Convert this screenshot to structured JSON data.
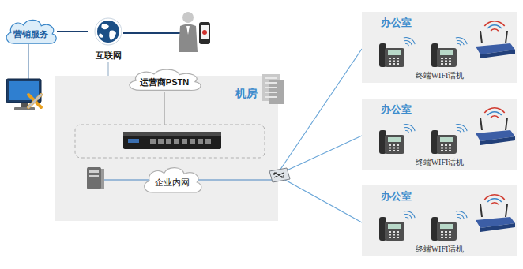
{
  "diagram": {
    "nodes": [
      {
        "text": [
          "营销服务"
        ]
      },
      {
        "text": [
          "互联网"
        ]
      },
      {
        "text": [
          "机房"
        ]
      },
      {
        "text": [
          "运营商PSTN"
        ],
        "in": 2
      },
      {
        "text": [
          "企业内网"
        ],
        "in": 2
      },
      {
        "text": [
          "办公室",
          "终端WIFI话机"
        ]
      },
      {
        "text": [
          "办公室",
          "终端WIFI话机"
        ]
      },
      {
        "text": [
          "办公室",
          "终端WIFI话机"
        ]
      }
    ],
    "edges": [
      {
        "from": 0,
        "to": 1,
        "arrow": "none"
      },
      {
        "from": 1,
        "to": 2,
        "arrow": "none"
      },
      {
        "from": 2,
        "to": 5,
        "arrow": "none"
      },
      {
        "from": 2,
        "to": 6,
        "arrow": "none"
      },
      {
        "from": 2,
        "to": 7,
        "arrow": "none"
      }
    ]
  }
}
